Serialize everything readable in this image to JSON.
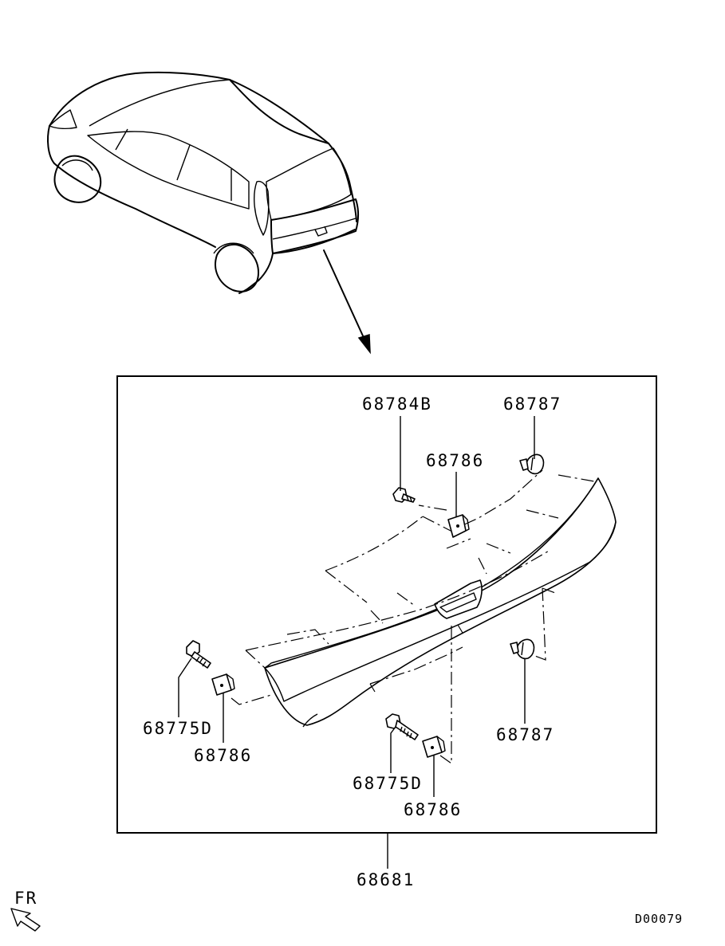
{
  "diagram": {
    "part_labels": {
      "bolt_top": "68784B",
      "clip_top": "68787",
      "nut_top": "68786",
      "bolt_left": "68775D",
      "nut_left": "68786",
      "clip_right": "68787",
      "bolt_bottom": "68775D",
      "nut_bottom": "68786",
      "assembly": "68681"
    },
    "direction_label": "FR",
    "drawing_code": "D00079"
  }
}
